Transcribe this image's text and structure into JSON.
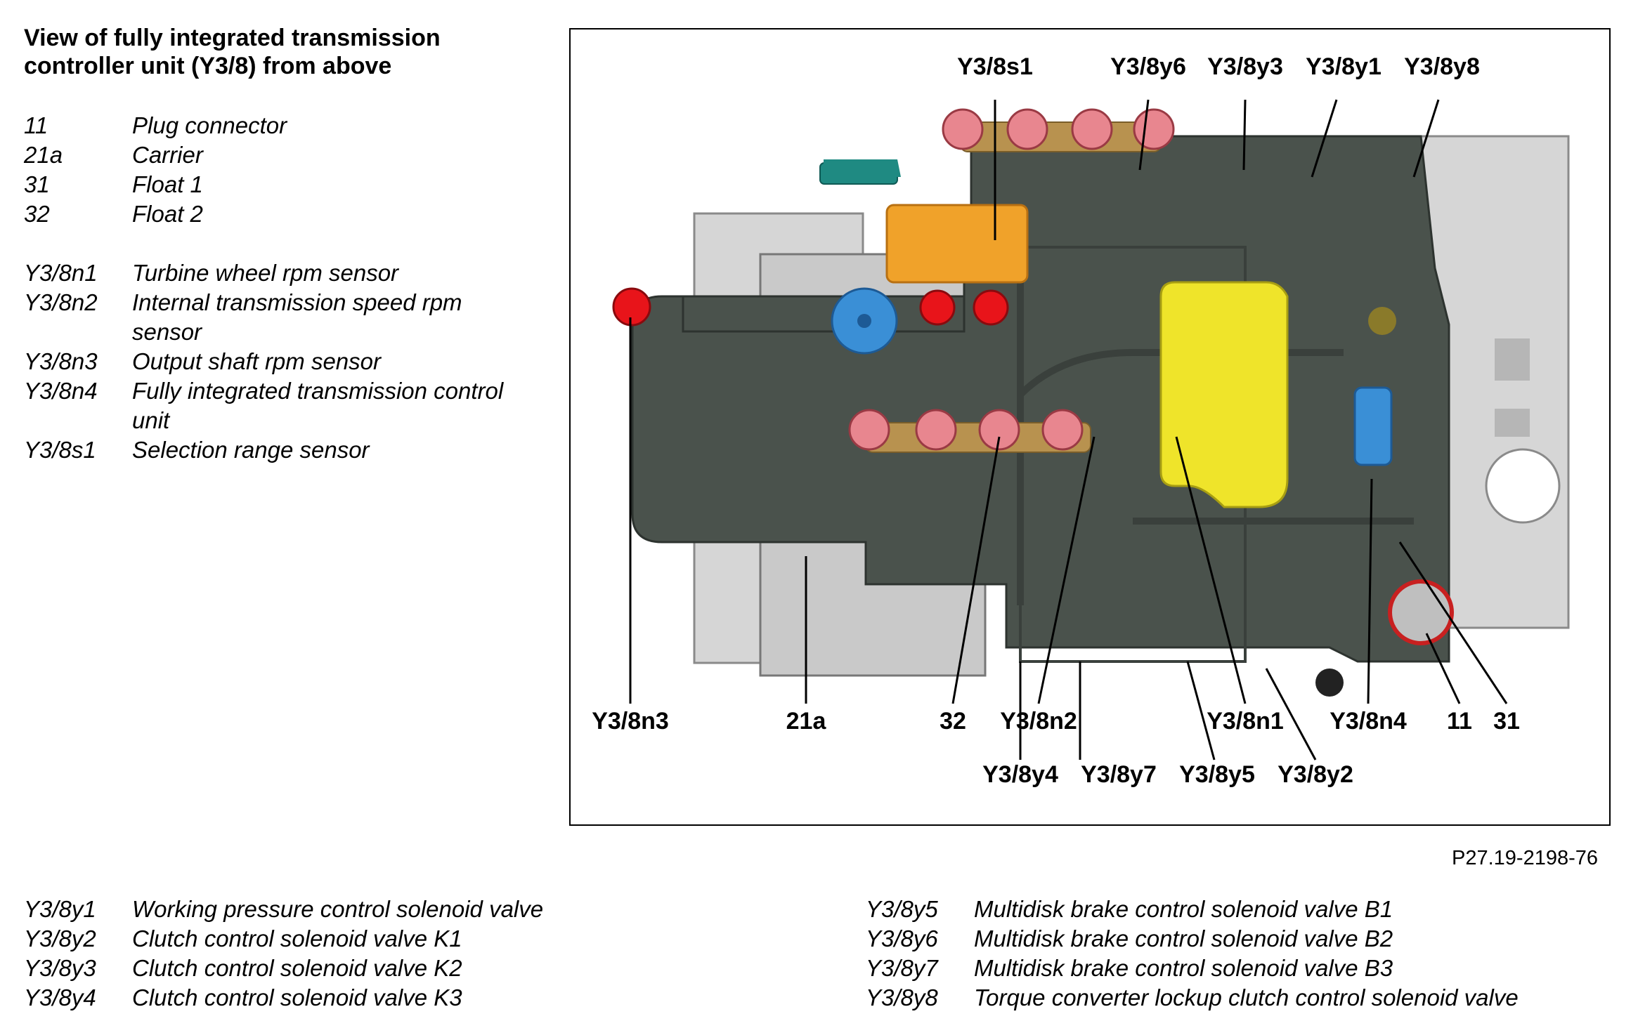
{
  "title": "View of fully integrated transmission controller unit (Y3/8) from above",
  "legend_top": [
    {
      "code": "11",
      "desc": "Plug connector"
    },
    {
      "code": "21a",
      "desc": "Carrier"
    },
    {
      "code": "31",
      "desc": "Float 1"
    },
    {
      "code": "32",
      "desc": "Float 2"
    },
    {
      "code": "Y3/8n1",
      "desc": "Turbine wheel rpm sensor"
    },
    {
      "code": "Y3/8n2",
      "desc": "Internal transmission speed rpm sensor"
    },
    {
      "code": "Y3/8n3",
      "desc": "Output shaft rpm sensor"
    },
    {
      "code": "Y3/8n4",
      "desc": "Fully integrated transmission control unit"
    },
    {
      "code": "Y3/8s1",
      "desc": "Selection range sensor"
    }
  ],
  "legend_bottom_left": [
    {
      "code": "Y3/8y1",
      "desc": "Working pressure control solenoid valve"
    },
    {
      "code": "Y3/8y2",
      "desc": "Clutch control solenoid valve K1"
    },
    {
      "code": "Y3/8y3",
      "desc": "Clutch control solenoid valve K2"
    },
    {
      "code": "Y3/8y4",
      "desc": "Clutch control solenoid valve K3"
    }
  ],
  "legend_bottom_right": [
    {
      "code": "Y3/8y5",
      "desc": "Multidisk brake control solenoid valve B1"
    },
    {
      "code": "Y3/8y6",
      "desc": "Multidisk brake control solenoid valve B2"
    },
    {
      "code": "Y3/8y7",
      "desc": "Multidisk brake control solenoid valve B3"
    },
    {
      "code": "Y3/8y8",
      "desc": "Torque converter lockup clutch control solenoid valve"
    }
  ],
  "figure_labels": {
    "s1": "Y3/8s1",
    "y6": "Y3/8y6",
    "y3": "Y3/8y3",
    "y1": "Y3/8y1",
    "y8": "Y3/8y8",
    "n3": "Y3/8n3",
    "c21a": "21a",
    "c32": "32",
    "n2": "Y3/8n2",
    "n1": "Y3/8n1",
    "n4": "Y3/8n4",
    "c11": "11",
    "c31": "31",
    "y4": "Y3/8y4",
    "y7": "Y3/8y7",
    "y5": "Y3/8y5",
    "y2": "Y3/8y2"
  },
  "reference_code": "P27.19-2198-76",
  "colors": {
    "housing": "#4a524c",
    "plate": "#d6d6d6",
    "valve_body": "#c9c9c9",
    "solenoid": "#e8868f",
    "bracket": "#b8924f",
    "control_unit": "#efe42a",
    "selector": "#f0a22a",
    "sensor_red": "#e8141a",
    "float_blue": "#3a8fd6",
    "lever": "#1f8a82"
  }
}
